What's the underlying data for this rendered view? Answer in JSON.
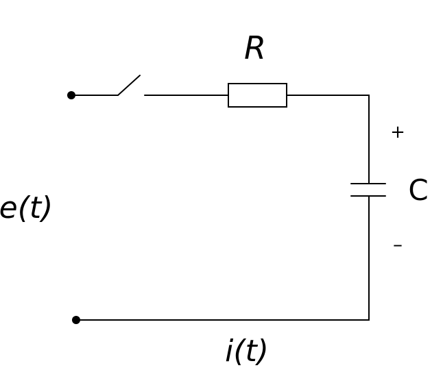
{
  "labels": {
    "resistor": "R",
    "capacitor": "C",
    "source": "e(t)",
    "current": "i(t)",
    "plus": "+",
    "minus": "–"
  },
  "colors": {
    "stroke": "#000000",
    "background": "#ffffff"
  }
}
